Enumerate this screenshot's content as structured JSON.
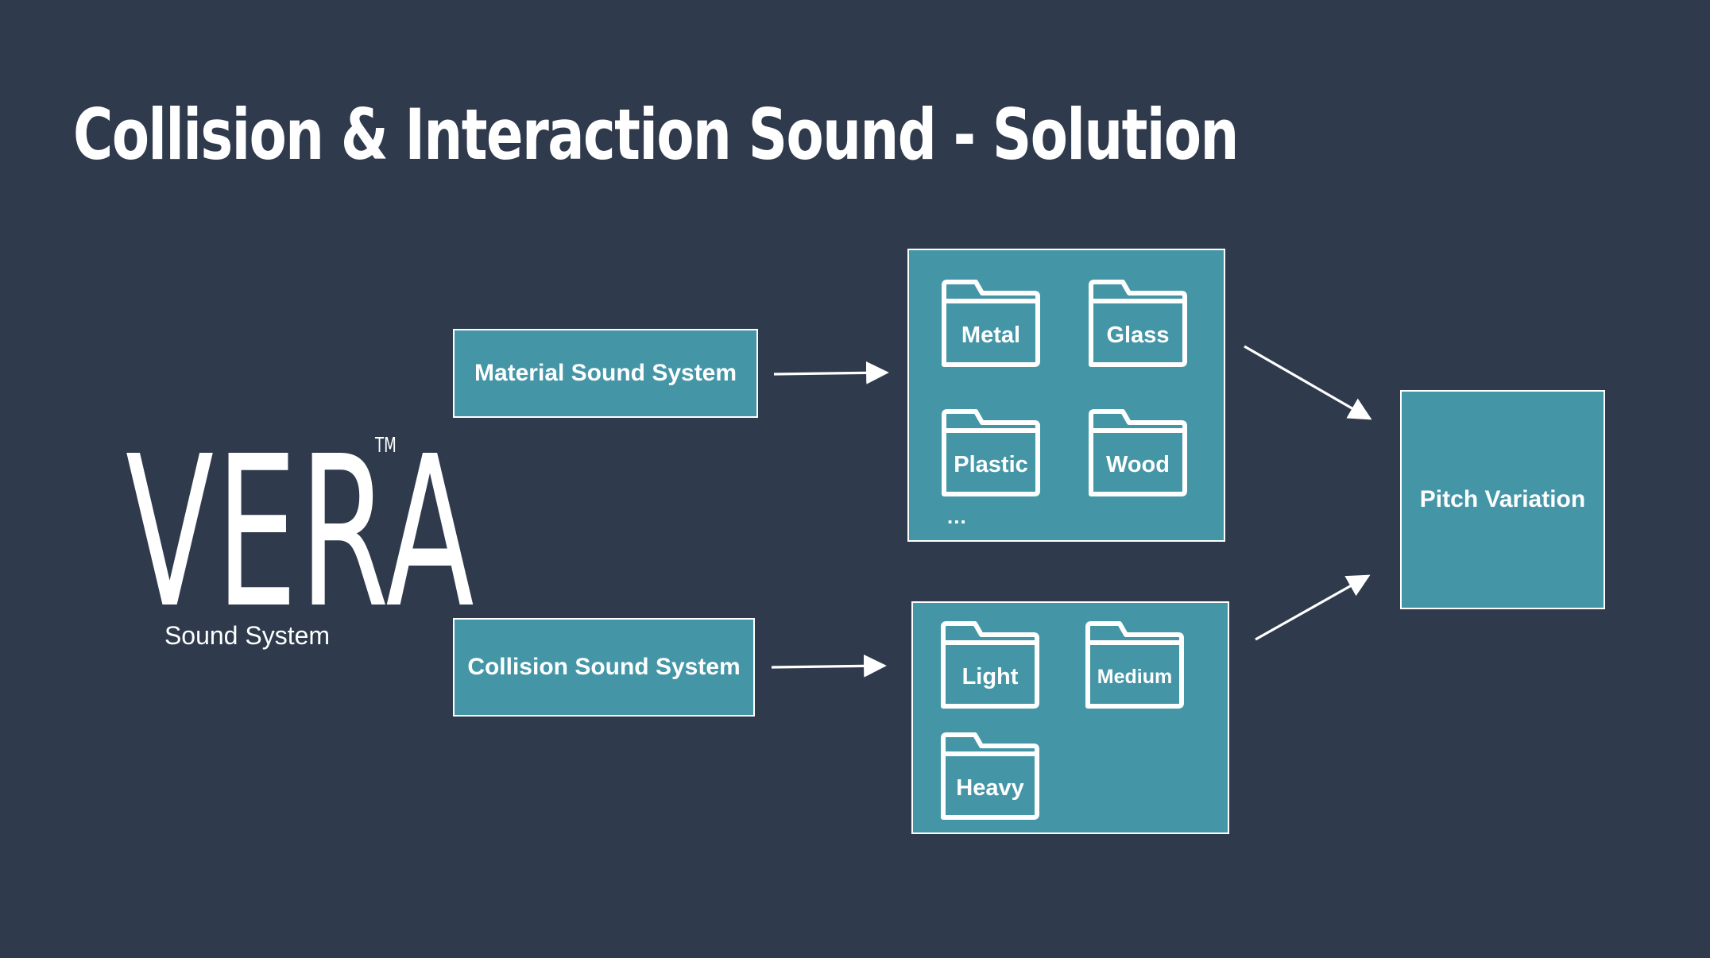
{
  "title": "Collision & Interaction Sound - Solution",
  "logo": {
    "word": "VERA",
    "tm": "TM",
    "subtitle": "Sound System"
  },
  "material_system": {
    "label": "Material Sound System"
  },
  "collision_system": {
    "label": "Collision Sound System"
  },
  "material_folders": [
    "Metal",
    "Glass",
    "Plastic",
    "Wood"
  ],
  "material_more": "...",
  "collision_folders": [
    "Light",
    "Medium",
    "Heavy"
  ],
  "pitch": {
    "label": "Pitch Variation"
  },
  "colors": {
    "background": "#2f3b4d",
    "box": "#4496a7",
    "text": "#ffffff"
  }
}
